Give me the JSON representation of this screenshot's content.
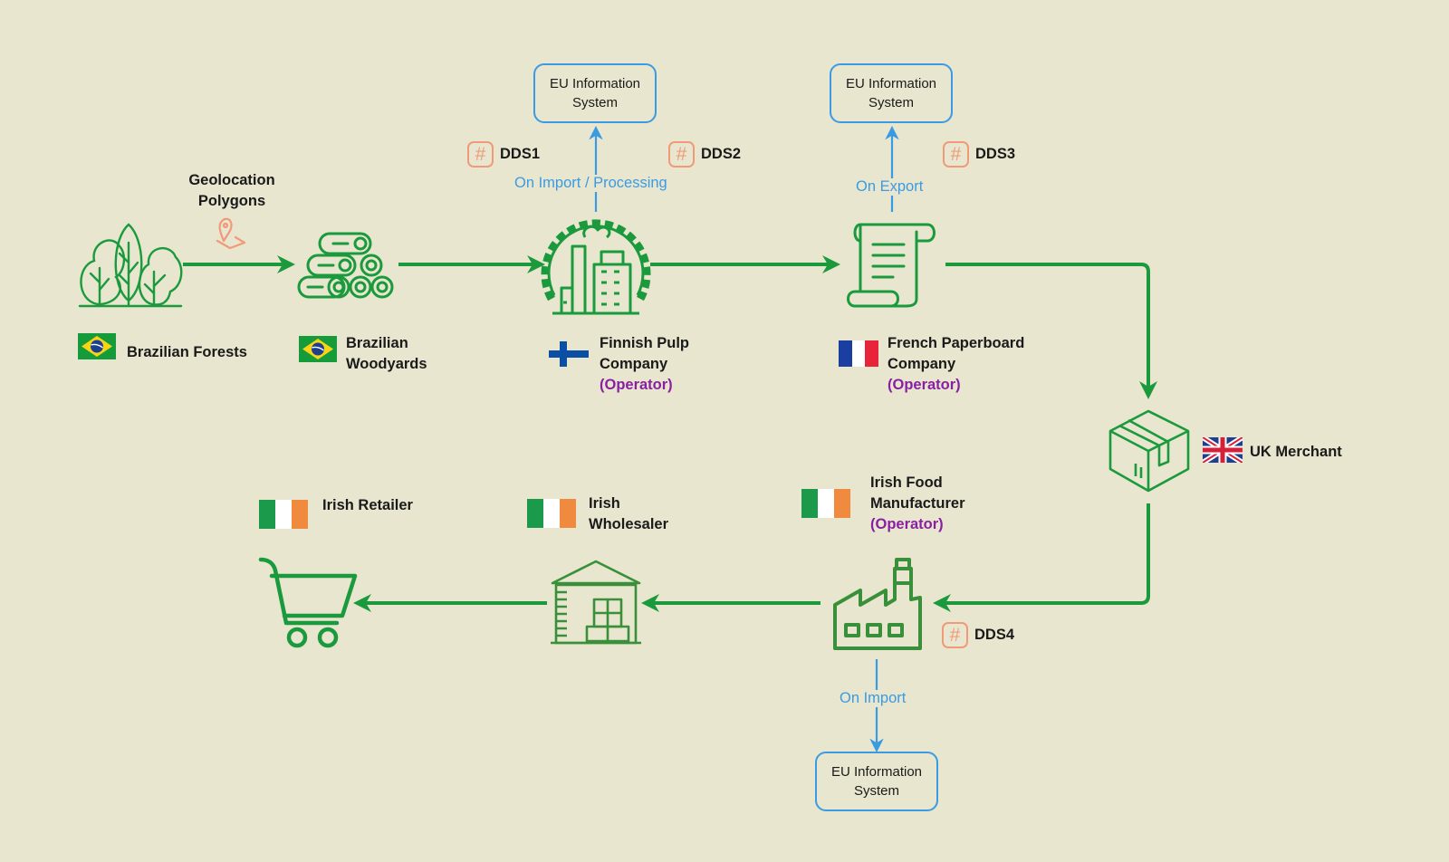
{
  "geolocation": {
    "line1": "Geolocation",
    "line2": "Polygons"
  },
  "nodes": {
    "brazilian_forests": {
      "line1": "Brazilian Forests"
    },
    "brazilian_woodyards": {
      "line1": "Brazilian",
      "line2": "Woodyards"
    },
    "finnish_pulp": {
      "line1": "Finnish Pulp",
      "line2": "Company",
      "role": "(Operator)"
    },
    "french_paperboard": {
      "line1": "French Paperboard",
      "line2": "Company",
      "role": "(Operator)"
    },
    "uk_merchant": {
      "line1": "UK Merchant"
    },
    "irish_food": {
      "line1": "Irish Food",
      "line2": "Manufacturer",
      "role": "(Operator)"
    },
    "irish_wholesaler": {
      "line1": "Irish",
      "line2": "Wholesaler"
    },
    "irish_retailer": {
      "line1": "Irish Retailer"
    }
  },
  "eu_boxes": [
    {
      "line1": "EU Information",
      "line2": "System"
    },
    {
      "line1": "EU Information",
      "line2": "System"
    },
    {
      "line1": "EU Information",
      "line2": "System"
    }
  ],
  "flows": {
    "import_processing": "On Import / Processing",
    "export": "On Export",
    "import": "On Import"
  },
  "dds": {
    "dds1": "DDS1",
    "dds2": "DDS2",
    "dds3": "DDS3",
    "dds4": "DDS4",
    "hash_symbol": "#"
  },
  "colors": {
    "background": "#e8e6cf",
    "flow_green": "#1a9a3c",
    "eu_blue": "#3a9be3",
    "operator_purple": "#8a1fa3",
    "dds_orange": "#f09a7a"
  }
}
